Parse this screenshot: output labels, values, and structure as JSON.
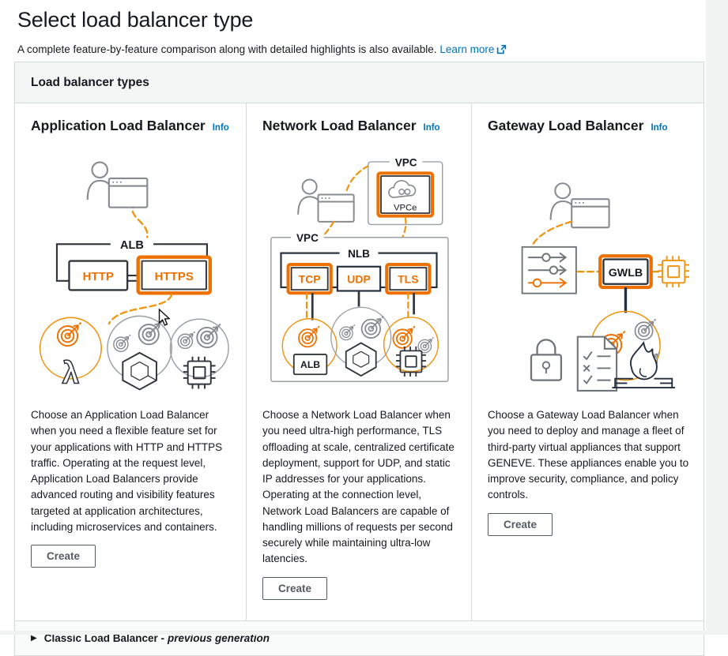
{
  "page": {
    "title": "Select load balancer type",
    "subtitle": "A complete feature-by-feature comparison along with detailed highlights is also available.",
    "learn_more_label": "Learn more"
  },
  "panel": {
    "header": "Load balancer types",
    "footer": {
      "caret": "▶",
      "label": "Classic Load Balancer -",
      "label_italic": "previous generation"
    }
  },
  "cards": [
    {
      "title": "Application Load Balancer",
      "info_label": "Info",
      "description": "Choose an Application Load Balancer when you need a flexible feature set for your applications with HTTP and HTTPS traffic. Operating at the request level, Application Load Balancers provide advanced routing and visibility features targeted at application architectures, including microservices and containers.",
      "create_label": "Create",
      "diagram": {
        "lb_label": "ALB",
        "listeners": [
          "HTTP",
          "HTTPS"
        ],
        "lambda_glyph": "λ"
      }
    },
    {
      "title": "Network Load Balancer",
      "info_label": "Info",
      "description": "Choose a Network Load Balancer when you need ultra-high performance, TLS offloading at scale, centralized certificate deployment, support for UDP, and static IP addresses for your applications. Operating at the connection level, Network Load Balancers are capable of handling millions of requests per second securely while maintaining ultra-low latencies.",
      "create_label": "Create",
      "diagram": {
        "vpc_top_label": "VPC",
        "endpoint_label": "VPCe",
        "vpc_label": "VPC",
        "lb_label": "NLB",
        "listeners": [
          "TCP",
          "UDP",
          "TLS"
        ],
        "target_label": "ALB"
      }
    },
    {
      "title": "Gateway Load Balancer",
      "info_label": "Info",
      "description": "Choose a Gateway Load Balancer when you need to deploy and manage a fleet of third-party virtual appliances that support GENEVE. These appliances enable you to improve security, compliance, and policy controls.",
      "create_label": "Create",
      "diagram": {
        "lb_label": "GWLB"
      }
    }
  ],
  "colors": {
    "accent_orange": "#ed7100",
    "dash_orange": "#f0930e",
    "link_blue": "#0073bb",
    "text": "#16191f",
    "border": "#d5dbdb",
    "button_border": "#545b64",
    "gray_icon": "#878b90"
  }
}
